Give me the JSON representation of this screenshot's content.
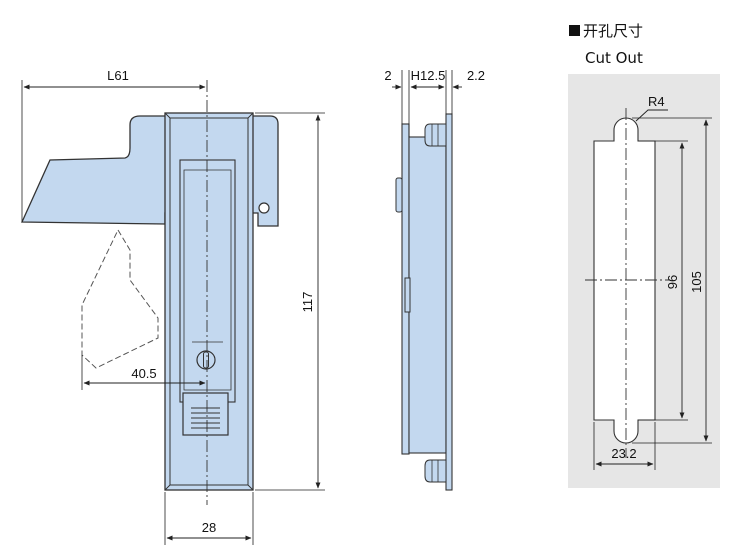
{
  "colors": {
    "part_fill": "#c3d8ef",
    "outline": "#333333",
    "panel": "#e6e6e6",
    "dim_line": "#222222"
  },
  "front_view": {
    "dim_length": "L61",
    "dim_height": "117",
    "dim_width": "28",
    "dim_swing": "40.5"
  },
  "side_view": {
    "dim_2": "2",
    "dim_h": "H12.5",
    "dim_2_2": "2.2"
  },
  "cutout": {
    "title_cn": "开孔尺寸",
    "title_en": "Cut Out",
    "square_icon": "black-square-icon",
    "dim_radius": "R4",
    "dim_96": "96",
    "dim_105": "105",
    "dim_width": "23.2"
  }
}
